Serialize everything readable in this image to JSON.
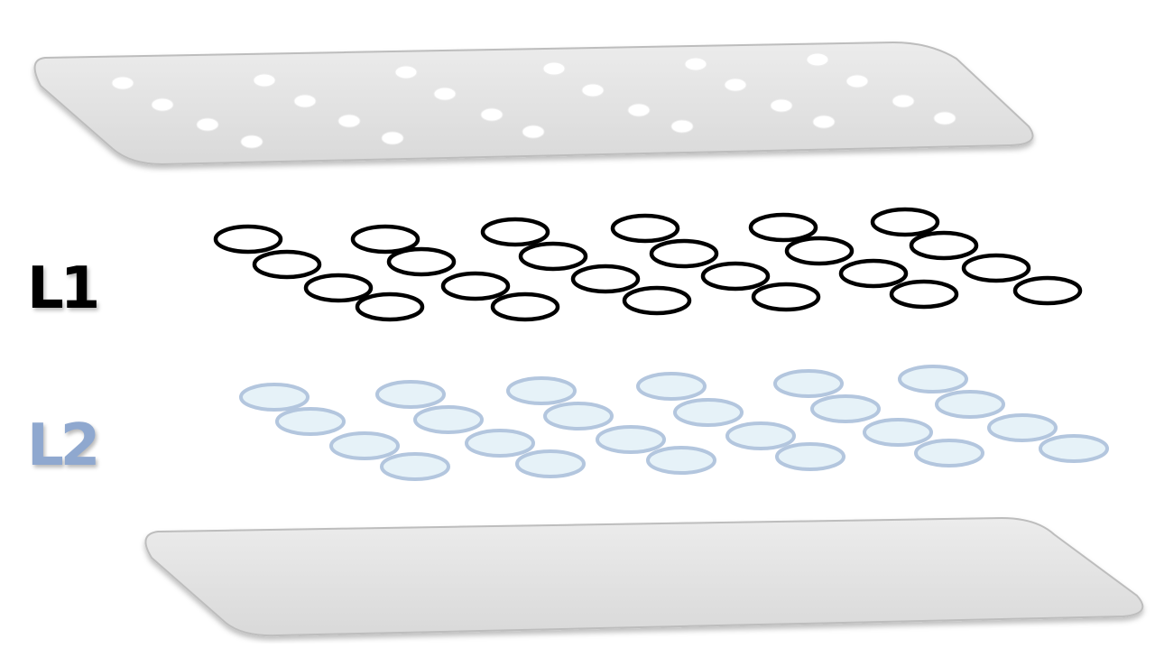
{
  "diagram": {
    "labels": {
      "l1": "L1",
      "l2": "L2"
    },
    "colors": {
      "plate_fill": "#e3e3e3",
      "plate_edge": "#b9b9b9",
      "hole_fill": "#ffffff",
      "l1_stroke": "#000000",
      "l1_fill": "none",
      "l2_stroke": "#b3c6de",
      "l2_fill": "#e6f2f8",
      "l2_label": "#8fa8cf"
    }
  }
}
